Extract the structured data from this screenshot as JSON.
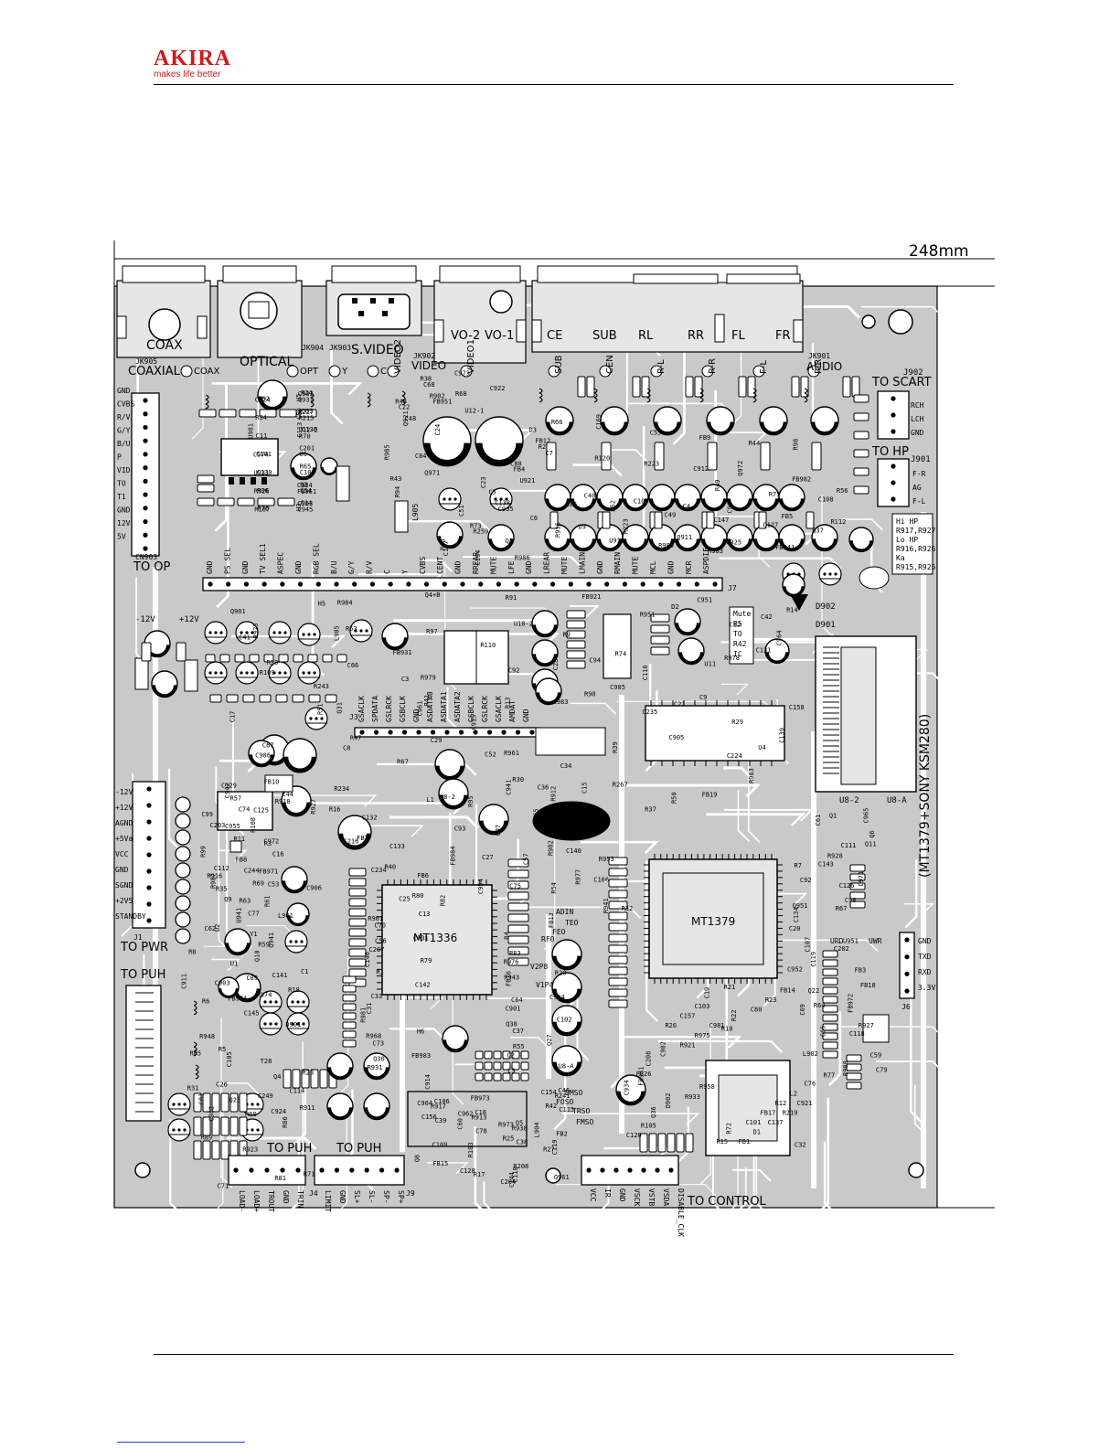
{
  "header": {
    "brand": "AKIRA",
    "tagline": "makes life better"
  },
  "board": {
    "width_dim": "248mm",
    "connectors_top": [
      {
        "id": "coax",
        "label": "COAX",
        "ref": "JK905",
        "name": "COAXIAL"
      },
      {
        "id": "optical",
        "label": "OPTICAL",
        "ref": "JK904"
      },
      {
        "id": "svideo",
        "label": "S.VIDEO",
        "ref": "JK903"
      },
      {
        "id": "video",
        "label1": "VO-2",
        "label2": "VO-1",
        "ref": "JK902",
        "name": "VIDEO"
      },
      {
        "id": "audio",
        "labels": [
          "CE",
          "SUB",
          "RL",
          "RR",
          "FL",
          "FR"
        ],
        "ref": "JK901",
        "name": "AUDIO"
      }
    ],
    "jacks_row": [
      "COAX",
      "OPT",
      "Y",
      "C",
      "VIDEO2",
      "VIDEO1",
      "SUB",
      "CEN",
      "R-L",
      "R-R",
      "F-L",
      "F-R"
    ],
    "scart": {
      "ref": "J902",
      "title": "TO SCART",
      "pins": [
        "RCH",
        "LCH",
        "GND"
      ]
    },
    "hp": {
      "ref": "J901",
      "title": "TO HP",
      "pins": [
        "F-R",
        "AG",
        "F-L"
      ]
    },
    "hp_notes": [
      "Hi HP",
      "R917,R927",
      "Lo HP",
      "R916,R926",
      "Ka",
      "R915,R925"
    ],
    "op": {
      "ref": "CN903",
      "title": "TO OP",
      "pins": [
        "GND",
        "CVBS",
        "R/V",
        "G/Y",
        "B/U",
        "P",
        "VID",
        "TO",
        "T1",
        "GND",
        "12V",
        "5V"
      ]
    },
    "j7_pins": [
      "GND",
      "PS SEL",
      "GND",
      "TV SEL1",
      "ASPEC",
      "GND",
      "RGB SEL",
      "B/U",
      "G/Y",
      "R/V",
      "C",
      "Y",
      "CVBS",
      "CENT",
      "GND",
      "RREAR",
      "MUTE",
      "LFE",
      "GND",
      "LREAR",
      "MUTE",
      "LMAIN",
      "GND",
      "RMAIN",
      "MUTE",
      "MCL",
      "GND",
      "MCR",
      "ASPDIF"
    ],
    "j7_ref": "J7",
    "j3_pins": [
      "GSACLK",
      "SPDATA",
      "GSLRCK",
      "GSBCLK",
      "GND",
      "ASDATA0",
      "ASDATA1",
      "ASDATA2",
      "GSBCLK",
      "GSLRCK",
      "GSACLK",
      "AMDAT",
      "GND"
    ],
    "j3_ref": "J3",
    "pwr": {
      "ref": "J1",
      "title": "TO PWR",
      "pins": [
        "-12V",
        "+12V",
        "AGND",
        "+5Va",
        "VCC",
        "GND",
        "SGND",
        "+2V5",
        "STANDBY"
      ]
    },
    "puh_left": {
      "title": "TO PUH"
    },
    "j4": {
      "ref": "J4",
      "title": "TO PUH",
      "pins": [
        "LOAD-",
        "LOAD+",
        "TROUT",
        "GND",
        "TRIN"
      ]
    },
    "j9": {
      "ref": "J9",
      "title": "TO PUH",
      "pins": [
        "LIMIT",
        "GND",
        "SL+",
        "SL-",
        "SP-",
        "SP+"
      ]
    },
    "control": {
      "title": "TO CONTROL",
      "pins": [
        "VCC",
        "IR",
        "GND",
        "VSCK",
        "VSTB",
        "VSDA",
        "DISABLE_CLK"
      ]
    },
    "uart": {
      "ref": "J6",
      "pins": [
        "GND",
        "TXD",
        "RXD",
        "3.3V"
      ],
      "labels": [
        "URD",
        "UWR"
      ]
    },
    "side_label": "(MT1379+SONY KSM280)",
    "chips": [
      {
        "id": "mt1336",
        "label": "MT1336"
      },
      {
        "id": "mt1379",
        "label": "MT1379"
      }
    ],
    "mute_box": [
      "Mute",
      "R5",
      "TO",
      "R42",
      "IC"
    ],
    "signals": [
      "ADIN",
      "TEO",
      "FEO",
      "RFO",
      "DMSO",
      "FOSO",
      "TRSO",
      "FMSO",
      "V2P8",
      "V1P4"
    ],
    "refs": [
      "U981",
      "R985",
      "R983",
      "R984",
      "C983",
      "R982",
      "R981",
      "C981",
      "C982",
      "L904",
      "R988",
      "R987",
      "C984",
      "R986",
      "FB982",
      "C986",
      "C985",
      "FB984",
      "FB983",
      "FB981",
      "FB974",
      "FB973",
      "FB972",
      "FB971",
      "FB961",
      "FB951",
      "FB941",
      "FB931",
      "FB921",
      "FB911",
      "R968",
      "R958",
      "R948",
      "R938",
      "R928",
      "R918",
      "C974",
      "C973",
      "R980",
      "R979",
      "R978",
      "R977",
      "R976",
      "R975",
      "R974",
      "R973",
      "C971",
      "C972",
      "C963",
      "Q971",
      "Q972",
      "L905",
      "C964",
      "C954",
      "C944",
      "C934",
      "C924",
      "C914",
      "C965",
      "C955",
      "C945",
      "C935",
      "C925",
      "C915",
      "R963",
      "R953",
      "R943",
      "R933",
      "R923",
      "R913",
      "U951",
      "U941",
      "U931",
      "U921",
      "U911",
      "R961",
      "R951",
      "R941",
      "R931",
      "R921",
      "R911",
      "C962",
      "C952",
      "C942",
      "C932",
      "C922",
      "C912",
      "C961",
      "C951",
      "C941",
      "C931",
      "C921",
      "C911",
      "Q961",
      "Q951",
      "Q941",
      "Q931",
      "Q921",
      "Q911",
      "Q901",
      "C905",
      "C906",
      "R901",
      "D902",
      "D901",
      "R917",
      "R927",
      "R916",
      "R926",
      "R902",
      "R915",
      "R925",
      "R912",
      "R927",
      "C901",
      "C902",
      "C903",
      "C904",
      "L902",
      "L901",
      "R227",
      "R94",
      "R223",
      "R91",
      "R267",
      "R265",
      "Q27",
      "R219",
      "Q25",
      "R208",
      "Q22",
      "R63",
      "R215",
      "R259",
      "R223",
      "R243",
      "R90",
      "R234",
      "Q38",
      "Q36",
      "R89",
      "R241",
      "Q6",
      "R108",
      "R107",
      "C138",
      "Q37",
      "Q31",
      "C224",
      "C216",
      "C207",
      "C208",
      "C249",
      "C154",
      "C143",
      "C244",
      "U12-2",
      "U12-1",
      "R120",
      "R109",
      "C139",
      "C140",
      "C142",
      "C137",
      "C141",
      "R103",
      "R77",
      "R99",
      "R70",
      "R2",
      "U9",
      "R67",
      "C131",
      "C132",
      "C146",
      "R105",
      "C145",
      "C144",
      "C134",
      "C129",
      "C124",
      "C48",
      "C127",
      "Q4+B",
      "C235",
      "C234",
      "C2",
      "FB26",
      "C1",
      "C204",
      "C202",
      "C203",
      "C201",
      "C6",
      "C7",
      "C8",
      "C9",
      "C166",
      "FB13",
      "D1",
      "R31",
      "C109",
      "C126",
      "C125",
      "U6",
      "C117",
      "R112",
      "R110",
      "D2",
      "C133",
      "L3",
      "C120",
      "R86",
      "R17",
      "R64",
      "R61",
      "R34",
      "R73",
      "C147",
      "C92",
      "C28",
      "C25",
      "C33",
      "C76",
      "C26",
      "C128",
      "C118",
      "R59",
      "R65",
      "C24",
      "R98",
      "R97",
      "R74",
      "R32",
      "H6",
      "FB1",
      "U1",
      "FB2",
      "FB3",
      "U2",
      "C10",
      "FB4",
      "FB5",
      "C17",
      "C15",
      "FB6",
      "C31",
      "C32",
      "R6",
      "FB15",
      "Q1",
      "FB8",
      "C11",
      "FB12",
      "C49",
      "C67",
      "C12",
      "L1",
      "R4",
      "L2",
      "Q10",
      "Q8",
      "Q11",
      "Q9",
      "Q2",
      "Q3",
      "R44",
      "R13",
      "R14",
      "R16",
      "R20",
      "R21",
      "Q4",
      "Q5",
      "C59",
      "C53",
      "C54",
      "C68",
      "C96",
      "H5",
      "U4",
      "R82",
      "R83",
      "FB14",
      "R60",
      "C119",
      "C98",
      "C99",
      "C101",
      "R46",
      "R52",
      "R53",
      "R37",
      "C93",
      "C73",
      "R12",
      "R28",
      "R27",
      "C20",
      "C16",
      "C14",
      "C84",
      "FB9",
      "FB10",
      "FB19",
      "FB7",
      "C13",
      "C19",
      "R8",
      "C18",
      "R7",
      "R11",
      "U3",
      "C5",
      "C4",
      "C3",
      "C21",
      "R95",
      "Q30",
      "R23",
      "R18",
      "C38",
      "FB18",
      "Y1",
      "C130",
      "C88",
      "C85",
      "R41",
      "C34",
      "C27",
      "FB16",
      "FB17",
      "C71",
      "R25",
      "C69",
      "C74",
      "R24",
      "C104",
      "C55",
      "C66",
      "R39",
      "R40",
      "C102",
      "C103",
      "C105",
      "C106",
      "C107",
      "C44",
      "U5",
      "C22",
      "C100",
      "C52",
      "C94",
      "C97",
      "C64",
      "C80",
      "C81",
      "C78",
      "C79",
      "R35",
      "R36",
      "R38",
      "C108",
      "R30",
      "R29",
      "C75",
      "C70",
      "C101",
      "T28",
      "C60",
      "C61",
      "C62",
      "C63",
      "R43",
      "C169",
      "C29",
      "C158",
      "R80",
      "R79",
      "C157",
      "R81",
      "C46",
      "C65",
      "C77",
      "C50",
      "C51",
      "C40",
      "C41",
      "C42",
      "C57",
      "C56",
      "R22",
      "C89",
      "C39",
      "C92",
      "R3",
      "R76",
      "C23",
      "R75",
      "R58",
      "C116",
      "C36",
      "C37",
      "R72",
      "R71",
      "C156",
      "R67",
      "R69",
      "C136",
      "R68",
      "R66",
      "U10-2",
      "U11",
      "U8-2",
      "U8-A",
      "R26",
      "R85",
      "C110",
      "C111",
      "C112",
      "C113",
      "D3",
      "R56",
      "R51",
      "R50",
      "R54",
      "R55",
      "R10",
      "C114",
      "C115",
      "C119",
      "R57",
      "R62",
      "R48",
      "R49",
      "R47",
      "R9",
      "R19",
      "R1",
      "R15",
      "R5",
      "R42"
    ]
  }
}
